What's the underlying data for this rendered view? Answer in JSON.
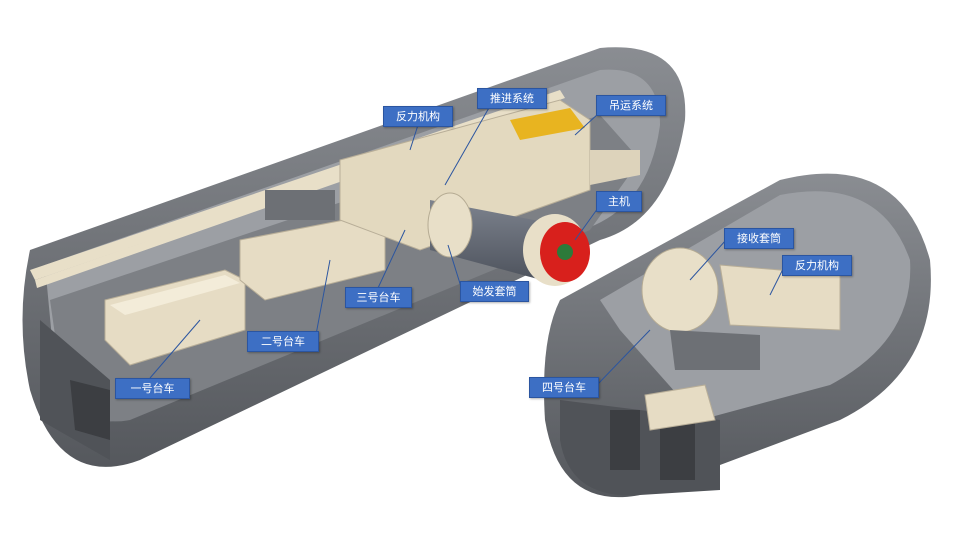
{
  "labels": {
    "reaction_left": "反力机构",
    "propulsion": "推进系统",
    "hoisting": "吊运系统",
    "main_machine": "主机",
    "trolley_3": "三号台车",
    "launch_sleeve": "始发套筒",
    "trolley_2": "二号台车",
    "trolley_1": "一号台车",
    "receiving_sleeve": "接收套筒",
    "reaction_right": "反力机构",
    "trolley_4": "四号台车"
  },
  "colors": {
    "label_bg": "#3d6fc4",
    "tunnel": "#6e7177",
    "equipment": "#e6dcc4",
    "cutterhead": "#d8201c"
  }
}
